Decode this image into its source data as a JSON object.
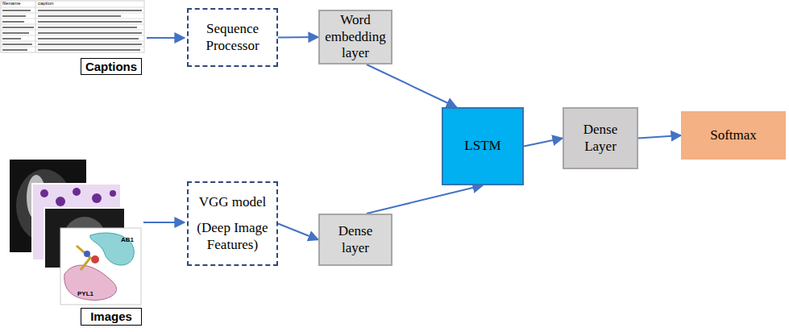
{
  "diagram": {
    "nodes": [
      {
        "text": [
          "Captions"
        ]
      },
      {
        "text": [
          "Sequence Processor"
        ]
      },
      {
        "text": [
          "Word embedding layer"
        ]
      },
      {
        "text": [
          "LSTM"
        ]
      },
      {
        "text": [
          "Dense Layer"
        ]
      },
      {
        "text": [
          "Softmax"
        ]
      },
      {
        "text": [
          "VGG model",
          "(Deep Image Features)"
        ]
      },
      {
        "text": [
          "Dense layer"
        ]
      },
      {
        "text": [
          "Images"
        ]
      }
    ],
    "edges": [
      {
        "from": 1,
        "to": 2,
        "arrow": "to"
      },
      {
        "from": 2,
        "to": 3,
        "arrow": "to"
      },
      {
        "from": 6,
        "to": 7,
        "arrow": "to"
      },
      {
        "from": 7,
        "to": 3,
        "arrow": "to"
      },
      {
        "from": 3,
        "to": 4,
        "arrow": "to"
      },
      {
        "from": 4,
        "to": 5,
        "arrow": "to"
      }
    ],
    "labels": [
      "filename",
      "caption",
      "AB1",
      "PYL1"
    ]
  }
}
